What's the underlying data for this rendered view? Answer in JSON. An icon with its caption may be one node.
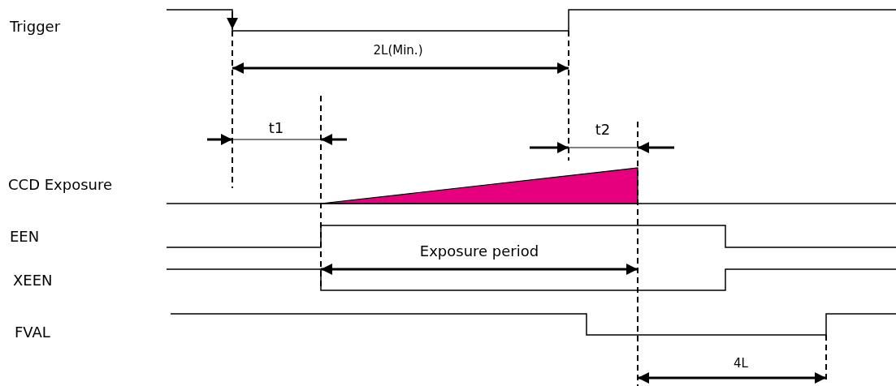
{
  "diagram": {
    "labels": [
      "Trigger",
      "2L(Min.)",
      "t1",
      "t2",
      "CCD Exposure",
      "EEN",
      "Exposure period",
      "XEEN",
      "FVAL",
      "4L"
    ]
  }
}
